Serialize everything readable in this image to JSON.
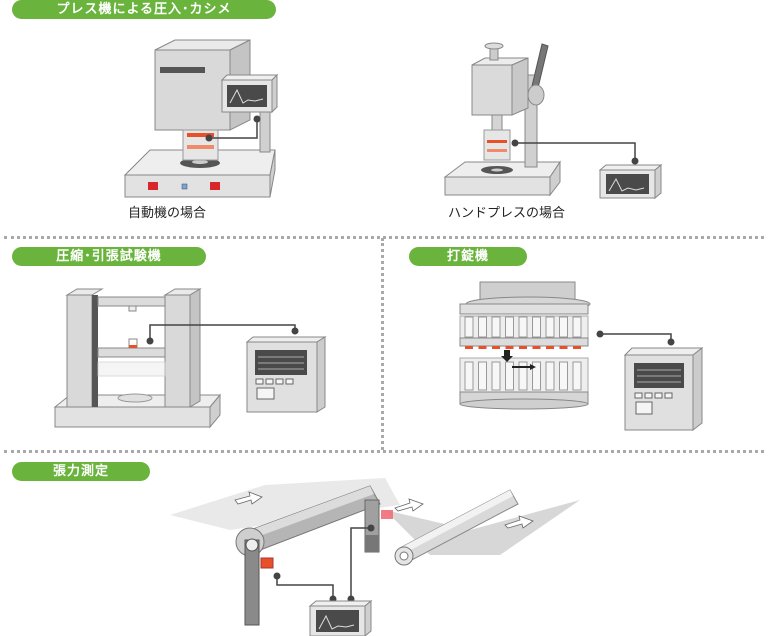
{
  "sections": [
    {
      "id": "press",
      "title": "プレス機による圧入･カシメ",
      "captions": [
        "自動機の場合",
        "ハンドプレスの場合"
      ]
    },
    {
      "id": "compression",
      "title": "圧縮･引張試験機"
    },
    {
      "id": "tablet",
      "title": "打錠機"
    },
    {
      "id": "tension",
      "title": "張力測定"
    }
  ],
  "colors": {
    "accent_green": "#6ab43e",
    "machine_gray": "#d9d9d9",
    "sensor_red": "#e8502a",
    "indicator_red": "#d8262d",
    "indicator_blue": "#7aa6d6",
    "screen_dark": "#4a4a4a",
    "divider": "#a9a9a9"
  }
}
